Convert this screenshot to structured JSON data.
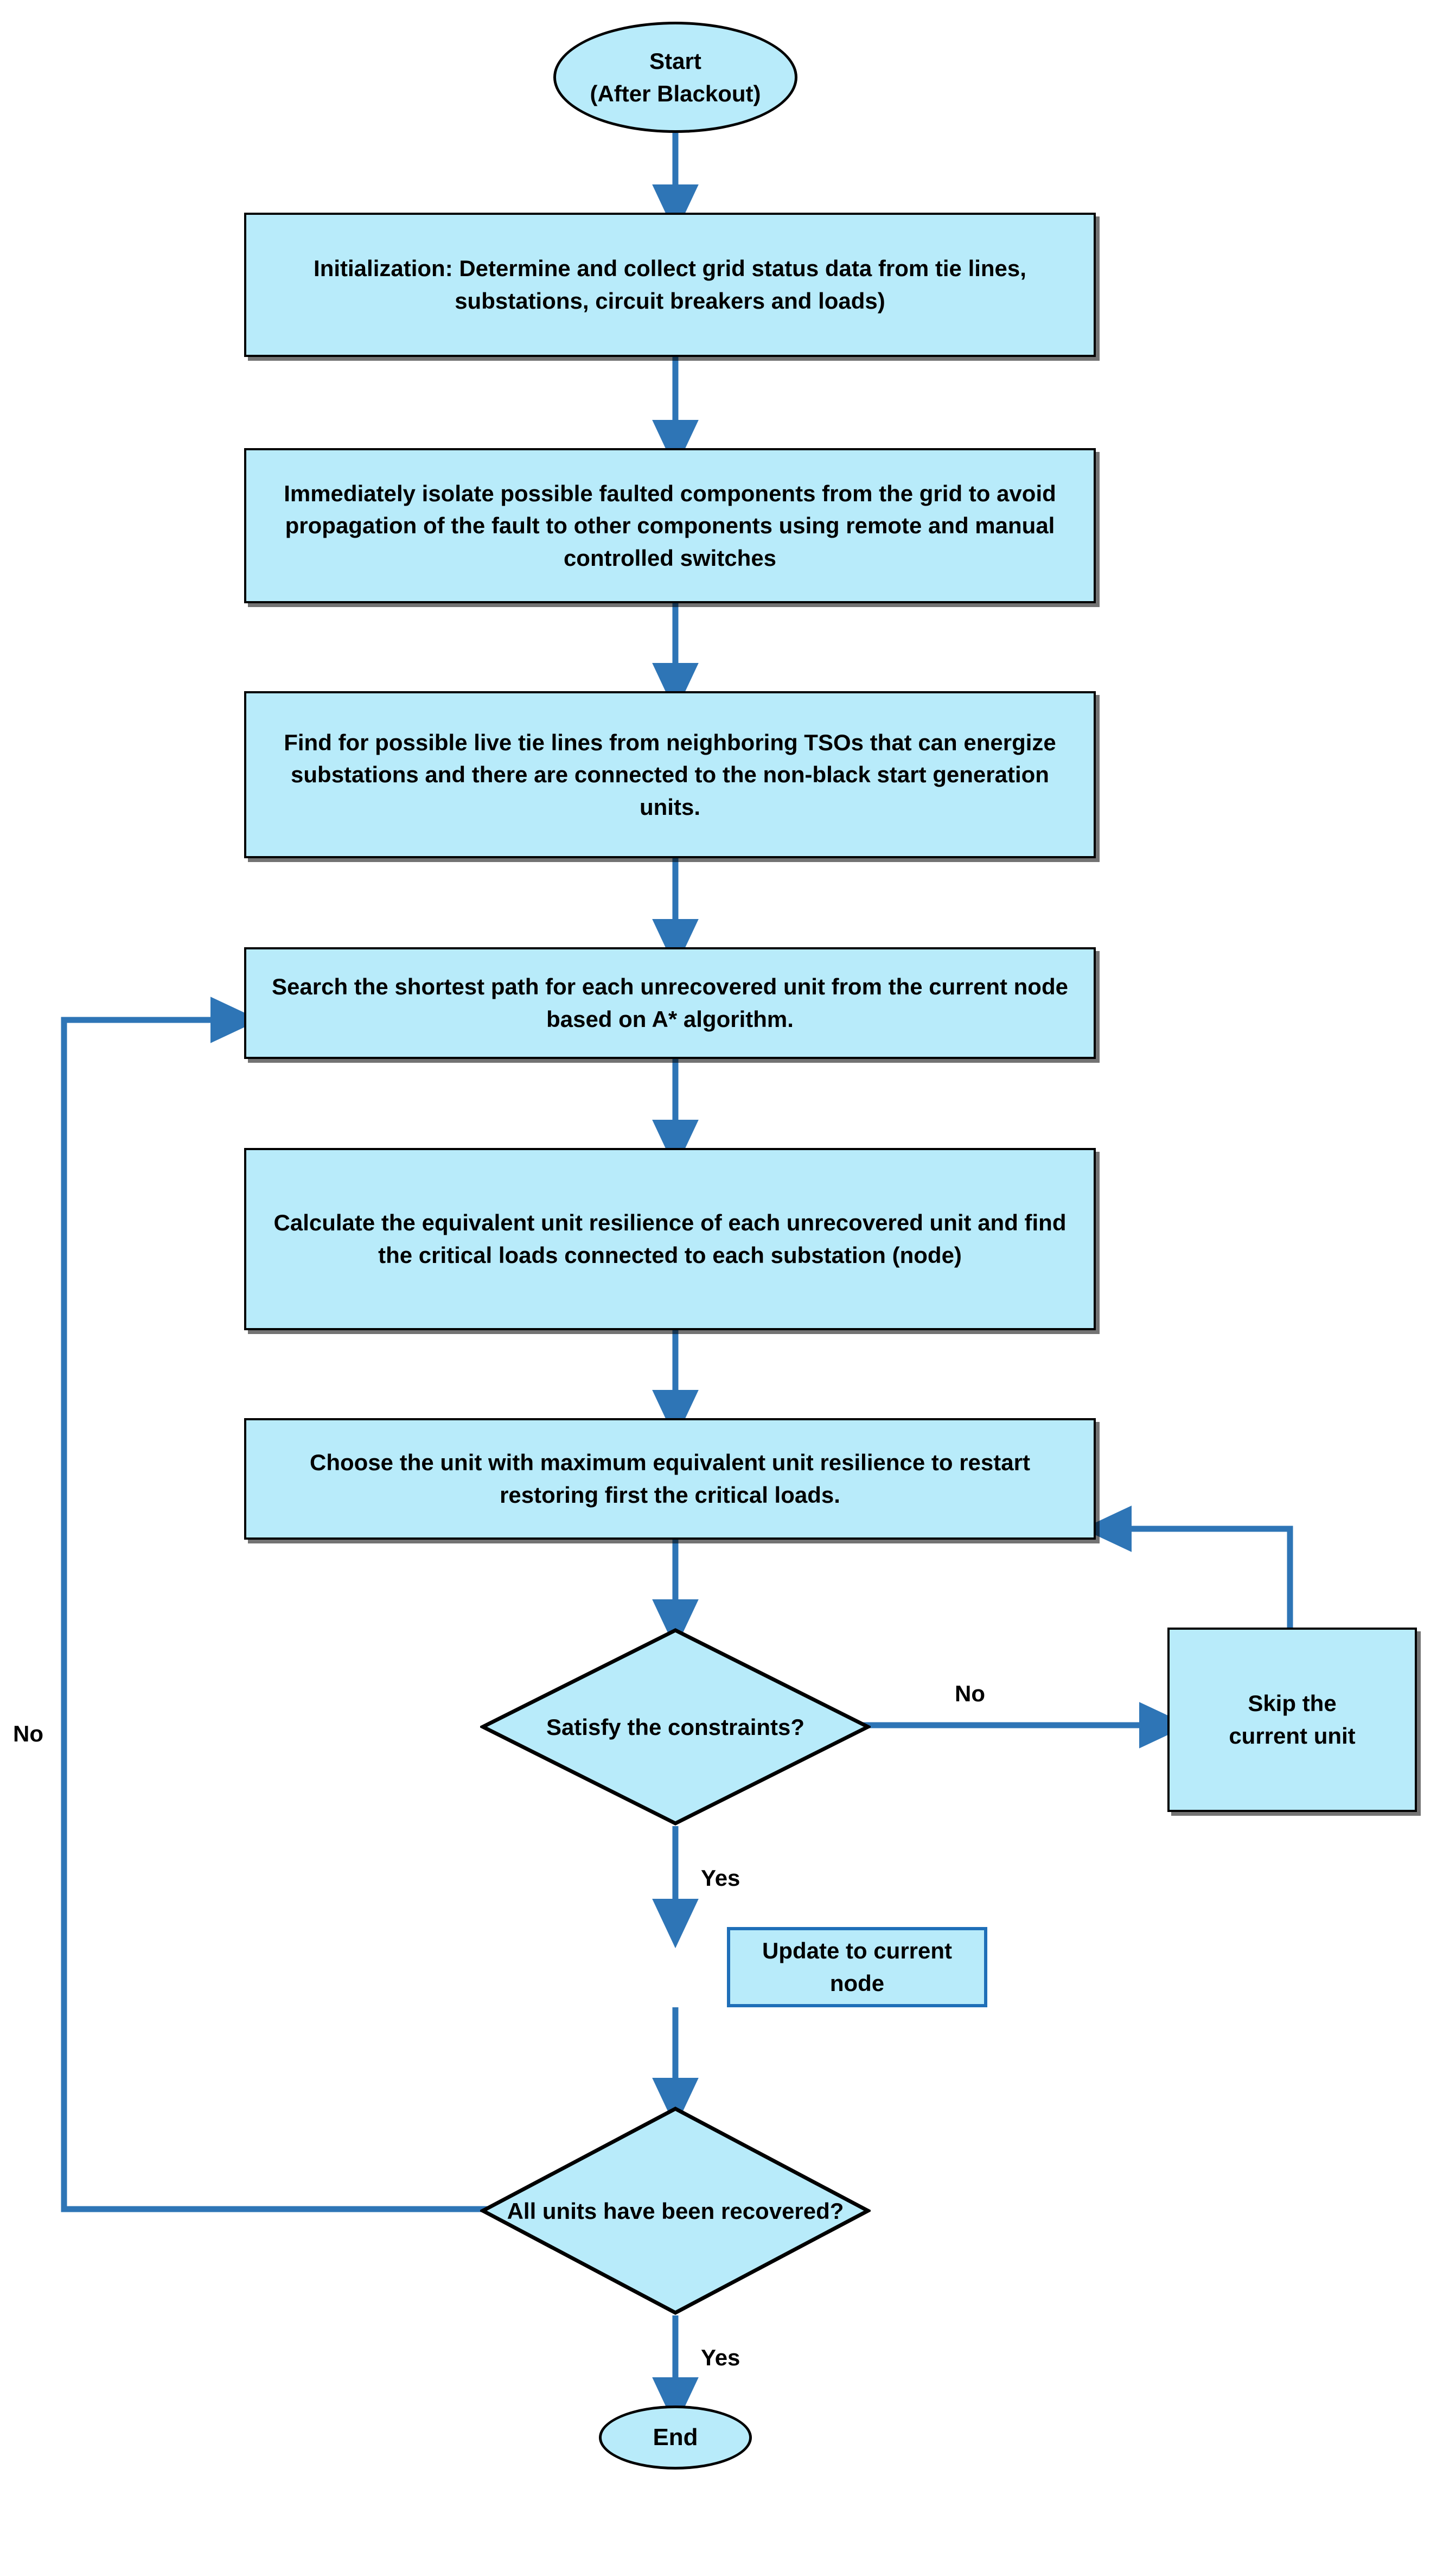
{
  "diagram": {
    "title": "Power grid black start restoration flowchart",
    "type": "flowchart",
    "colors": {
      "node_fill": "#B8EBFA",
      "node_border": "#000000",
      "highlight_border": "#1F6FB8",
      "arrow": "#2E75B6",
      "text": "#000000",
      "background": "#FFFFFF"
    }
  },
  "nodes": {
    "start": {
      "shape": "terminator",
      "label": "Start\n(After Blackout)"
    },
    "initialization": {
      "shape": "process",
      "label": "Initialization: Determine and collect grid status data from tie lines, substations, circuit breakers and loads)"
    },
    "isolate_faults": {
      "shape": "process",
      "label": "Immediately isolate possible faulted components from the grid to avoid propagation of the fault to other components using remote and manual controlled switches"
    },
    "find_tie_lines": {
      "shape": "process",
      "label": "Find for possible live tie lines from neighboring TSOs that can energize substations and there are connected to the non-black start generation units."
    },
    "search_path": {
      "shape": "process",
      "label": "Search the shortest path for each unrecovered unit from the current node based on A* algorithm."
    },
    "calculate_resilience": {
      "shape": "process",
      "label": "Calculate the equivalent unit resilience of each unrecovered unit and find the critical loads connected to each substation (node)"
    },
    "choose_unit": {
      "shape": "process",
      "label": "Choose the unit with maximum equivalent unit resilience to restart restoring first the critical loads."
    },
    "satisfy_constraints": {
      "shape": "decision",
      "label": "Satisfy the\nconstraints?"
    },
    "skip_unit": {
      "shape": "process",
      "label": "Skip the\ncurrent unit"
    },
    "update_node": {
      "shape": "process",
      "label": "Update to current node"
    },
    "all_recovered": {
      "shape": "decision",
      "label": "All units have\nbeen\nrecovered?"
    },
    "end": {
      "shape": "terminator",
      "label": "End"
    }
  },
  "edge_labels": {
    "constraints_no": "No",
    "constraints_yes": "Yes",
    "recovered_no": "No",
    "recovered_yes": "Yes"
  }
}
